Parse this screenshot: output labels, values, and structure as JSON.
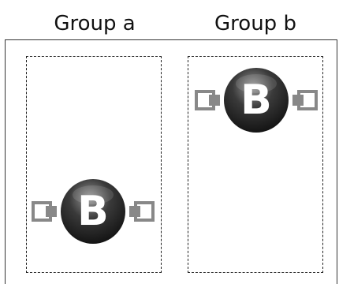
{
  "groups": [
    {
      "label": "Group a",
      "node_letter": "B",
      "node_position": "bottom"
    },
    {
      "label": "Group b",
      "node_letter": "B",
      "node_position": "top"
    }
  ],
  "colors": {
    "node_body": "#2b2b2b",
    "node_highlight": "#8a8a8a",
    "connector": "#888888",
    "letter": "#ffffff",
    "dashed_border": "#222222"
  },
  "icons": [
    "b-node-icon"
  ]
}
